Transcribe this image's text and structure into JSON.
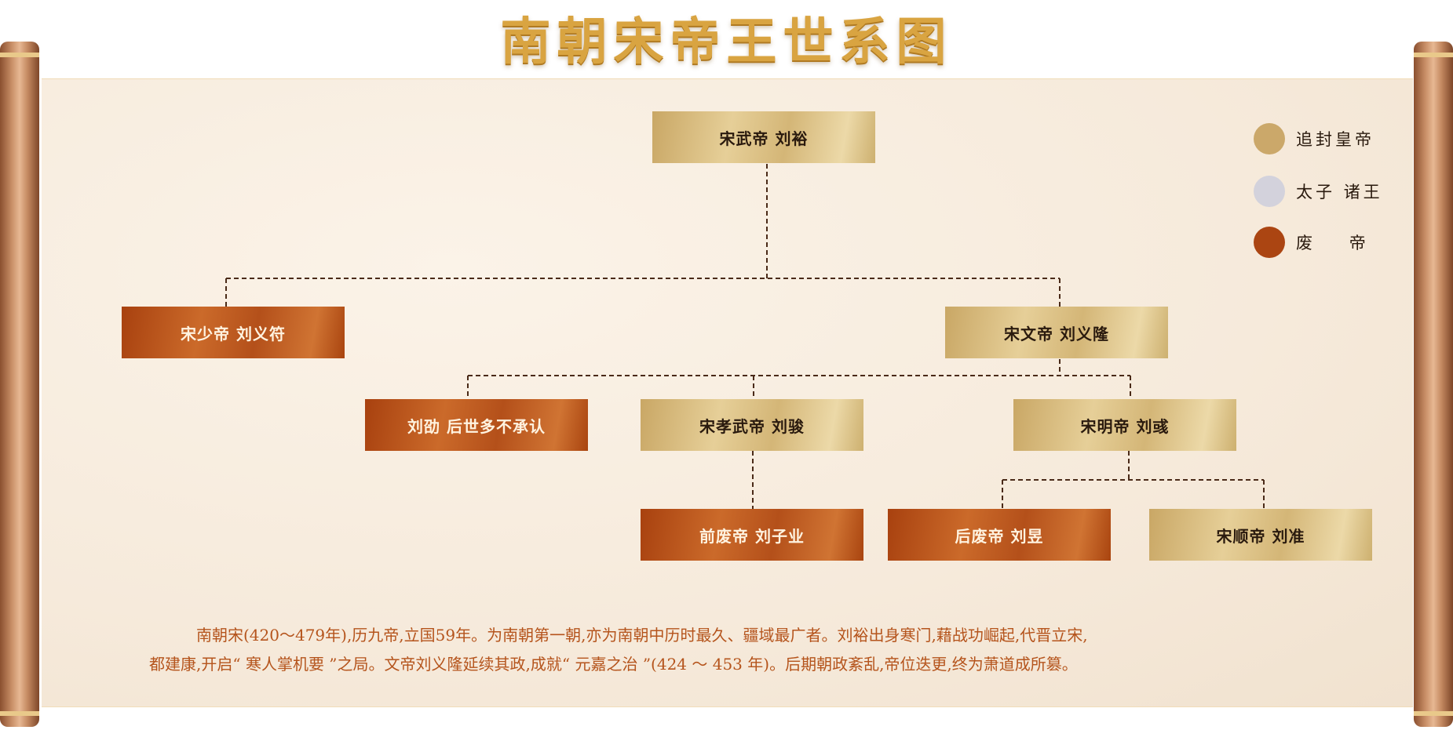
{
  "title": "南朝宋帝王世系图",
  "colors": {
    "gold": "#cba86a",
    "silver": "#d3d2dc",
    "red": "#ab4512",
    "line": "#4a2a18",
    "text_desc": "#b5541c"
  },
  "nodes": {
    "wudi": "宋武帝  刘裕",
    "shaodi": "宋少帝  刘义符",
    "wendi": "宋文帝  刘义隆",
    "liushao": "刘劭  后世多不承认",
    "xiaowudi": "宋孝武帝  刘骏",
    "mingdi": "宋明帝  刘彧",
    "qianfeidi": "前废帝  刘子业",
    "houfeidi": "后废帝  刘昱",
    "shundi": "宋顺帝  刘准"
  },
  "legend": [
    {
      "label": "追封皇帝",
      "color": "#cba86a"
    },
    {
      "label": "太子 诸王",
      "color": "#d3d2dc"
    },
    {
      "label": "废    帝",
      "color": "#ab4512"
    }
  ],
  "description": [
    "南朝宋(420～479年),历九帝,立国59年。为南朝第一朝,亦为南朝中历时最久、疆域最广者。刘裕出身寒门,藉战功崛起,代晋立宋,",
    "都建康,开启“ 寒人掌机要 ”之局。文帝刘义隆延续其政,成就“ 元嘉之治 ”(424 ～ 453 年)。后期朝政紊乱,帝位迭更,终为萧道成所篡。"
  ]
}
